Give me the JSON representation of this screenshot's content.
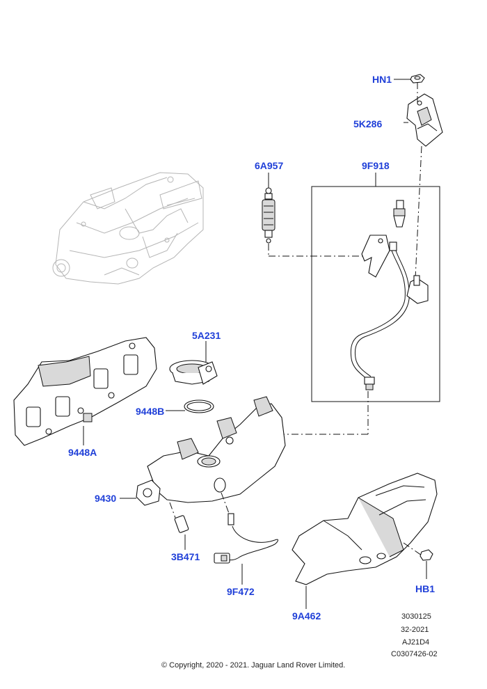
{
  "callouts": {
    "hn1": "HN1",
    "k5286": "5K286",
    "a6957": "6A957",
    "f9918": "9F918",
    "a5231": "5A231",
    "b9448": "9448B",
    "a9448": "9448A",
    "p9430": "9430",
    "b3471": "3B471",
    "f9472": "9F472",
    "a9462": "9A462",
    "hb1": "HB1"
  },
  "reference": {
    "line1": "3030125",
    "line2": "32-2021",
    "line3": "AJ21D4",
    "line4": "C0307426-02"
  },
  "copyright": "© Copyright, 2020 - 2021. Jaguar Land Rover Limited.",
  "colors": {
    "callout": "#1f3fd8",
    "ghost": "#b5b5b5",
    "line": "#111111"
  }
}
